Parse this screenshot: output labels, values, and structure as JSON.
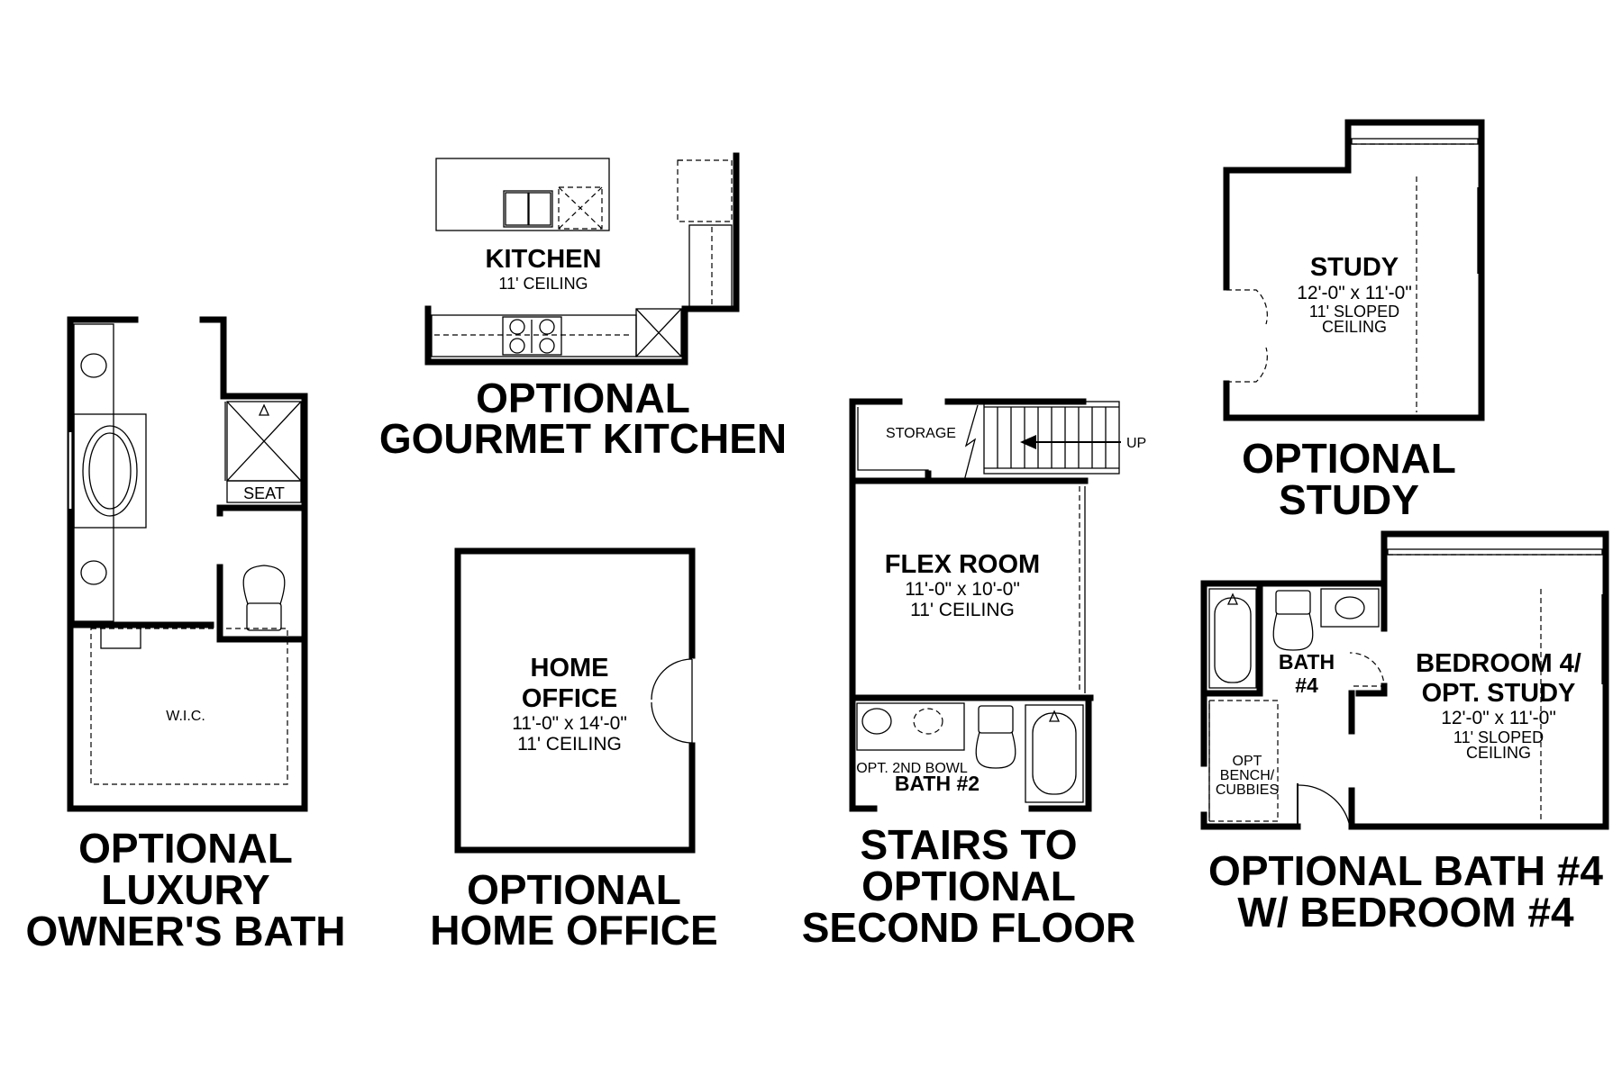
{
  "colors": {
    "ink": "#000000",
    "background": "#ffffff"
  },
  "owners_bath": {
    "caption": [
      "OPTIONAL",
      "LUXURY",
      "OWNER'S BATH"
    ],
    "seat_label": "SEAT",
    "closet_label": "W.I.C."
  },
  "gourmet_kitchen": {
    "caption": [
      "OPTIONAL",
      "GOURMET KITCHEN"
    ],
    "room_name": "KITCHEN",
    "ceiling": "11' CEILING"
  },
  "home_office": {
    "caption": [
      "OPTIONAL",
      "HOME OFFICE"
    ],
    "room_name": [
      "HOME",
      "OFFICE"
    ],
    "dimensions": "11'-0\" x 14'-0\"",
    "ceiling": "11' CEILING"
  },
  "second_floor_stairs": {
    "caption": [
      "STAIRS TO",
      "OPTIONAL",
      "SECOND FLOOR"
    ],
    "storage_label": "STORAGE",
    "stair_direction": "UP",
    "flex_room": {
      "name": "FLEX ROOM",
      "dimensions": "11'-0\" x 10'-0\"",
      "ceiling": "11' CEILING"
    },
    "second_bowl_label": "OPT. 2ND BOWL",
    "bath_label": "BATH #2"
  },
  "study": {
    "caption": [
      "OPTIONAL",
      "STUDY"
    ],
    "room_name": "STUDY",
    "dimensions": "12'-0\" x 11'-0\"",
    "ceiling": [
      "11' SLOPED",
      "CEILING"
    ]
  },
  "bath4_bedroom4": {
    "caption": [
      "OPTIONAL BATH #4",
      "W/ BEDROOM #4"
    ],
    "bath_label": [
      "BATH",
      "#4"
    ],
    "bedroom_name": [
      "BEDROOM 4/",
      "OPT. STUDY"
    ],
    "dimensions": "12'-0\" x 11'-0\"",
    "ceiling": [
      "11' SLOPED",
      "CEILING"
    ],
    "bench_label": [
      "OPT",
      "BENCH/",
      "CUBBIES"
    ]
  }
}
